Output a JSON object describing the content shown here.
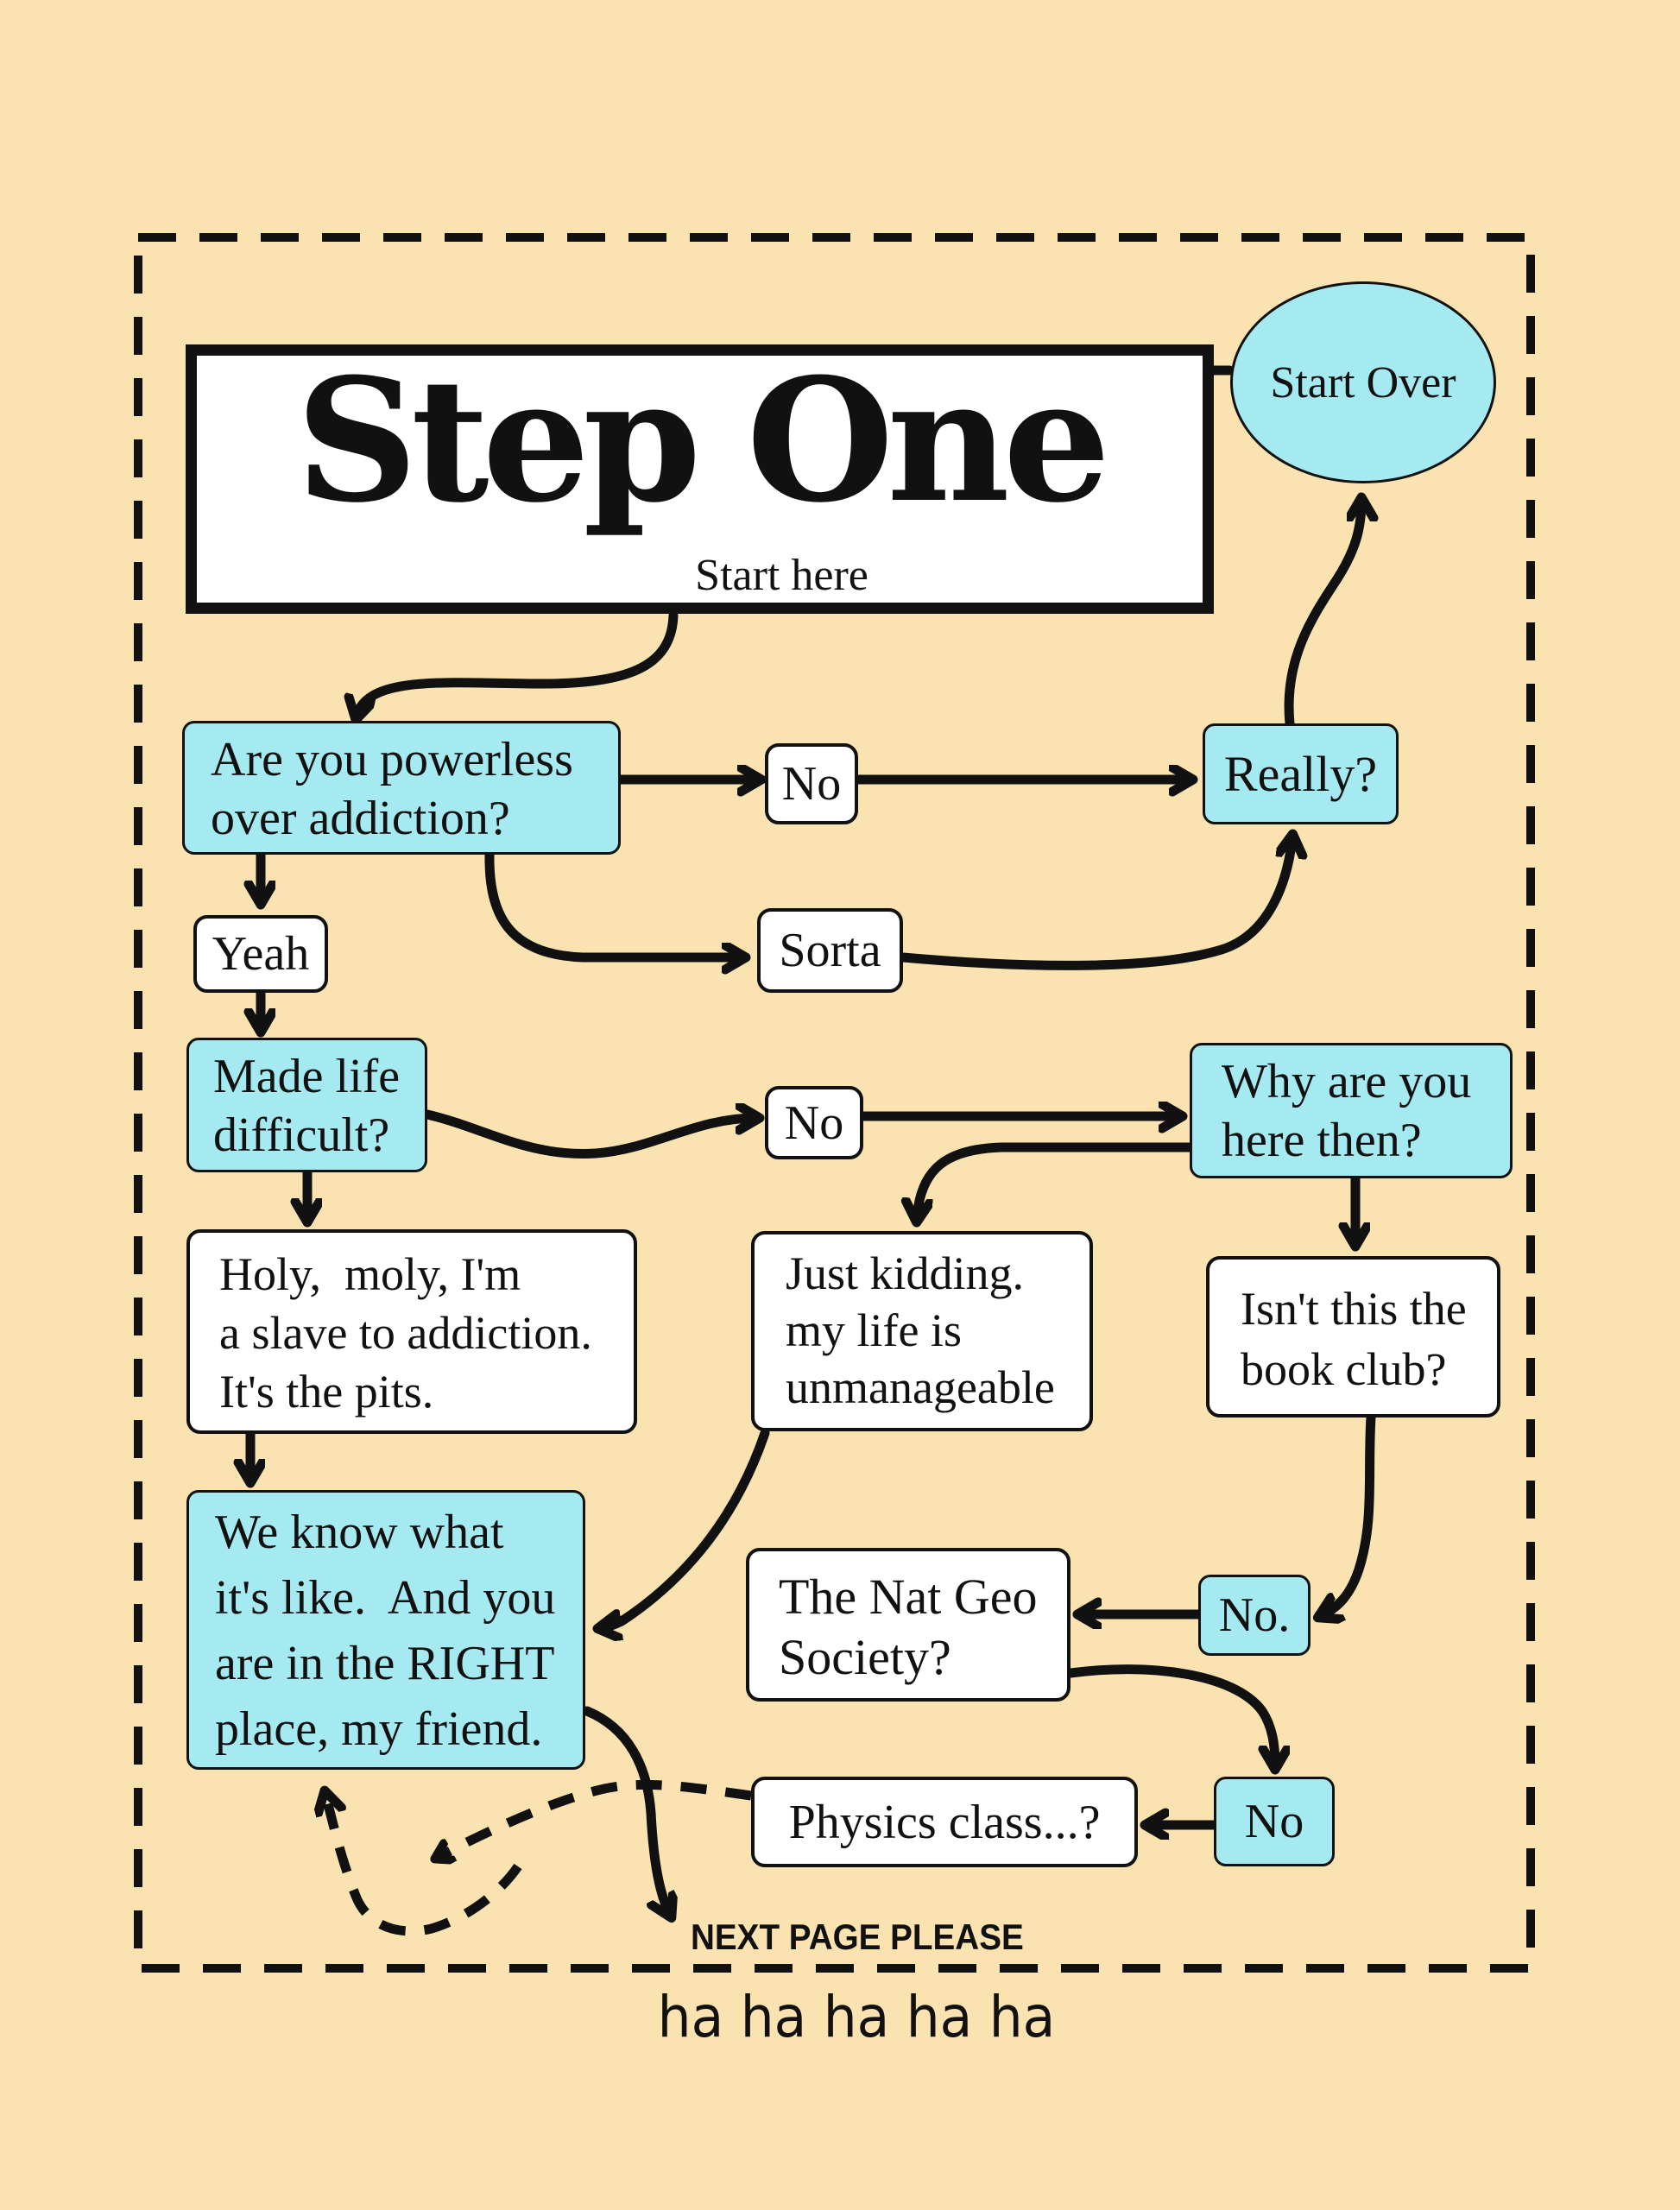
{
  "colors": {
    "page-bg": "#FBE3B1",
    "node-cyan": "#A6EAF1",
    "node-white": "#FFFFFF",
    "ink": "#111111"
  },
  "title": {
    "heading": "Step One",
    "subheading": "Start here"
  },
  "nodes": {
    "start_over": {
      "label": "Start Over"
    },
    "powerless": {
      "lines": [
        "Are you powerless",
        "over addiction?"
      ]
    },
    "no1": {
      "label": "No"
    },
    "really": {
      "label": "Really?"
    },
    "yeah": {
      "label": "Yeah"
    },
    "sorta": {
      "label": "Sorta"
    },
    "made_life": {
      "lines": [
        "Made life",
        "difficult?"
      ]
    },
    "no2": {
      "label": "No"
    },
    "why_here": {
      "lines": [
        "Why are you",
        "here then?"
      ]
    },
    "holy_moly": {
      "lines": [
        "Holy,  moly, I'm",
        "a slave to addiction.",
        "It's the pits."
      ]
    },
    "just_kidding": {
      "lines": [
        "Just kidding.",
        "my life is",
        "unmanageable"
      ]
    },
    "book_club": {
      "lines": [
        "Isn't this the",
        "book club?"
      ]
    },
    "we_know": {
      "lines": [
        "We know what",
        "it's like.  And you",
        "are in the RIGHT",
        "place, my friend."
      ]
    },
    "nat_geo": {
      "lines": [
        "The Nat Geo",
        "Society?"
      ]
    },
    "no_dot": {
      "label": "No."
    },
    "no3": {
      "label": "No"
    },
    "physics": {
      "label": "Physics class...?"
    }
  },
  "footer": {
    "next_page": "NEXT PAGE PLEASE",
    "laugh": "ha ha ha ha ha"
  }
}
